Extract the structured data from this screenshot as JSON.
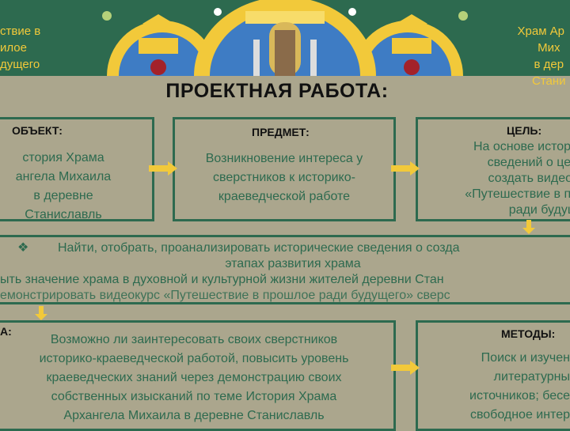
{
  "header": {
    "left_lines": [
      "ствие в",
      "илое",
      "дущего"
    ],
    "right_lines": [
      "Храм Ар",
      "Мих",
      "в дер",
      "Стани"
    ]
  },
  "title": "ПРОЕКТНАЯ  РАБОТА:",
  "object": {
    "label": "ОБЪЕКТ:",
    "lines": [
      "стория Храма",
      "ангела Михаила",
      "в деревне",
      "Станиславль"
    ]
  },
  "subject": {
    "label": "ПРЕДМЕТ:",
    "lines": [
      "Возникновение интереса у",
      "сверстников к историко-",
      "краеведческой работе"
    ]
  },
  "goal": {
    "label": "ЦЕЛЬ:",
    "lines": [
      "На основе истори",
      "сведений о цер",
      "создать видеок",
      "«Путешествие в пр",
      "ради будущ"
    ]
  },
  "tasks": {
    "bullet": "❖",
    "lines": [
      "Найти, отобрать, проанализировать исторические сведения о созда",
      "этапах развития храма",
      "ыть значение храма в духовной и культурной жизни жителей деревни Стан",
      "емонстрировать видеокурс «Путешествие в прошлое ради будущего» сверс"
    ]
  },
  "hypothesis": {
    "label": "А:",
    "lines": [
      "Возможно ли заинтересовать своих сверстников",
      "историко-краеведческой работой, повысить уровень",
      "краеведческих знаний через демонстрацию своих",
      "собственных изысканий по теме История Храма",
      "Архангела Михаила в деревне Станиславль"
    ]
  },
  "methods": {
    "label": "МЕТОДЫ:",
    "lines": [
      "Поиск и изучен",
      "литературны",
      "источников; бесе",
      "свободное интер"
    ]
  },
  "colors": {
    "green": "#2d6a4f",
    "bg": "#aba68d",
    "yellow": "#f2c93a"
  }
}
